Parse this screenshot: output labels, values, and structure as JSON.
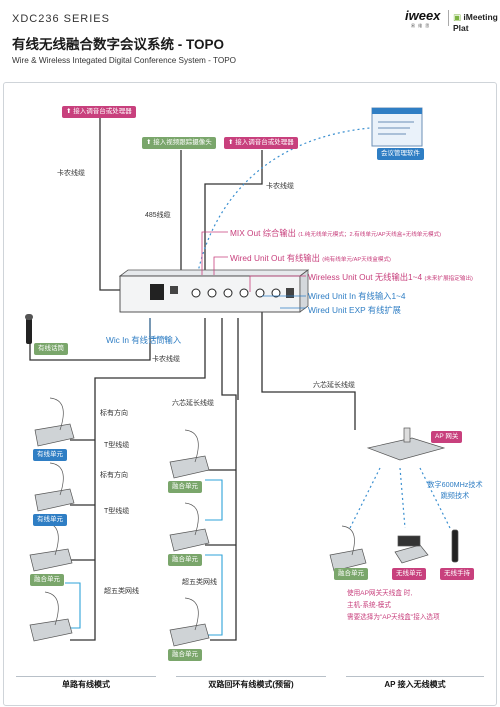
{
  "header": {
    "series": "XDC236 SERIES",
    "title_cn": "有线无线融合数字会议系统 - TOPO",
    "title_en": "Wire & Wireless Integated Digital Conference System - TOPO",
    "logo_brand": "iweex",
    "logo_brand_sub": "易 维 思",
    "logo_platform": "iMeeting Plat"
  },
  "top_tags": {
    "mixer_top": "接入调音台或处理器",
    "camera": "接入视频跟踪摄像头",
    "mixer_right": "接入调音台或处理器",
    "software": "会议管理软件"
  },
  "cable_labels": {
    "cannon1": "卡农线缆",
    "cannon2": "卡农线缆",
    "cable485": "485线缆",
    "cannon3": "卡农线缆",
    "six_core_left": "六芯延长线缆",
    "six_core_right": "六芯延长线缆",
    "t_cable_1": "T型线缆",
    "t_cable_2": "T型线缆",
    "cat5_left": "超五类网线",
    "cat5_mid": "超五类网线",
    "direction_1": "标有方向",
    "direction_2": "标有方向"
  },
  "ports": {
    "mix_out": "MIX Out 综合输出",
    "mix_out_note": "(1.纯无线单元模式；2.有线单元/AP天线盒+无线单元模式)",
    "wired_out": "Wired Unit Out 有线输出",
    "wired_out_note": "(纯有线单元/AP天线盒模式)",
    "wireless_out": "Wireless Unit Out 无线输出1~4",
    "wireless_out_note": "(未来扩展指定输出)",
    "wired_in": "Wired Unit In 有线输入1~4",
    "wired_exp": "Wired Unit EXP 有线扩展",
    "mic_in": "Wic In 有线话筒输入"
  },
  "units": {
    "wired_mic": "有线话筒",
    "wired_unit_1": "有线单元",
    "wired_unit_2": "有线单元",
    "fusion_left": "融合单元",
    "fusion_mid_1": "融合单元",
    "fusion_mid_2": "融合单元",
    "fusion_mid_3": "融合单元",
    "ap_box": "AP 网关",
    "ap_fusion": "融合单元",
    "ap_wireless": "无线单元",
    "ap_handheld": "无线手持"
  },
  "ap": {
    "tech_line1": "数字600MHz技术",
    "tech_line2": "跳频技术",
    "note_line1": "使用AP网关天线盒 时,",
    "note_line2": "主机-系统-模式",
    "note_line3": "需要选择为\"AP天线盒\"接入选项"
  },
  "modes": {
    "single": "单路有线模式",
    "dual": "双路回环有线模式(预留)",
    "ap": "AP 接入无线模式"
  },
  "colors": {
    "pink": "#c8407d",
    "green": "#7aa66b",
    "blue": "#2f7ec4",
    "cable": "#333333",
    "dash": "#3a8fd0"
  }
}
